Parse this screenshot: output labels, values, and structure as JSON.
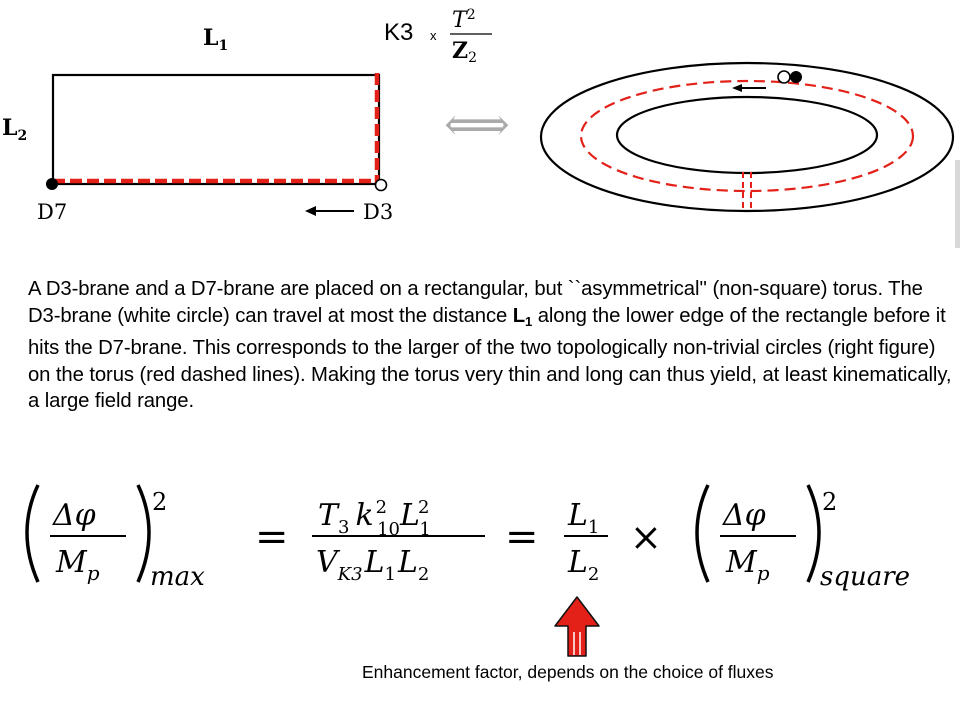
{
  "diagram": {
    "label_l1": "L",
    "label_l1_sub": "1",
    "label_l2": "L",
    "label_l2_sub": "2",
    "label_d7": "D7",
    "label_d3": "D3",
    "k3_label": "K3",
    "times": "x",
    "frac_num": "T",
    "frac_num_sup": "2",
    "frac_den": "Z",
    "frac_den_sub": "2",
    "equiv_symbol": "⟺"
  },
  "caption": {
    "part1": "A D3-brane and a D7-brane are placed on a rectangular, but ``asymmetrical'' (non-square) torus. The D3-brane (white circle) can travel at most the distance ",
    "l_symbol": "L",
    "l_sub": "1",
    "part2": "  along the lower edge of the rectangle before it hits the D7-brane. This corresponds to the larger of the two topologically non-trivial circles (right figure) on the torus (red dashed lines). Making the torus very thin and long can thus yield, at least kinematically, a large  field range."
  },
  "formula": {
    "delta_phi": "Δφ",
    "mp": "M",
    "mp_sub": "p",
    "power": "2",
    "max_sub": "max",
    "equals": "=",
    "t3": "T",
    "t3_sub": "3",
    "k": "k",
    "k_sub": "10",
    "k_sup": "2",
    "l": "L",
    "l_sub1": "1",
    "l_sup2": "2",
    "v": "V",
    "v_sub": "K3",
    "l_sub2": "2",
    "times": "×",
    "square_sub": "square"
  },
  "note": {
    "text": "Enhancement factor, depends on the choice of fluxes"
  },
  "colors": {
    "red": "#e32119",
    "black": "#000000",
    "gray": "#aaaaaa"
  }
}
